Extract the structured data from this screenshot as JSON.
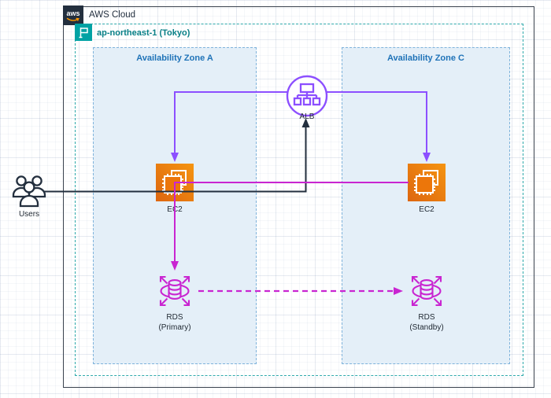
{
  "diagram": {
    "cloud": {
      "label": "AWS Cloud",
      "logo_text": "aws"
    },
    "region": {
      "label": "ap-northeast-1 (Tokyo)"
    },
    "zones": {
      "a": {
        "label": "Availability Zone A"
      },
      "c": {
        "label": "Availability Zone C"
      }
    },
    "nodes": {
      "users": {
        "label": "Users"
      },
      "alb": {
        "label": "ALB"
      },
      "ec2_a": {
        "label": "EC2"
      },
      "ec2_c": {
        "label": "EC2"
      },
      "rds_primary": {
        "label": "RDS",
        "sublabel": "(Primary)"
      },
      "rds_standby": {
        "label": "RDS",
        "sublabel": "(Standby)"
      }
    },
    "colors": {
      "cloud_border": "#39414d",
      "dark": "#232f3e",
      "region_teal": "#01a2a4",
      "region_text": "#077f86",
      "az_fill": "#e4eff8",
      "az_border": "#7fb3db",
      "az_text": "#1f73b8",
      "compute_orange": "#ed7100",
      "alb_purple": "#8c4fff",
      "database_magenta": "#c925d1"
    }
  }
}
